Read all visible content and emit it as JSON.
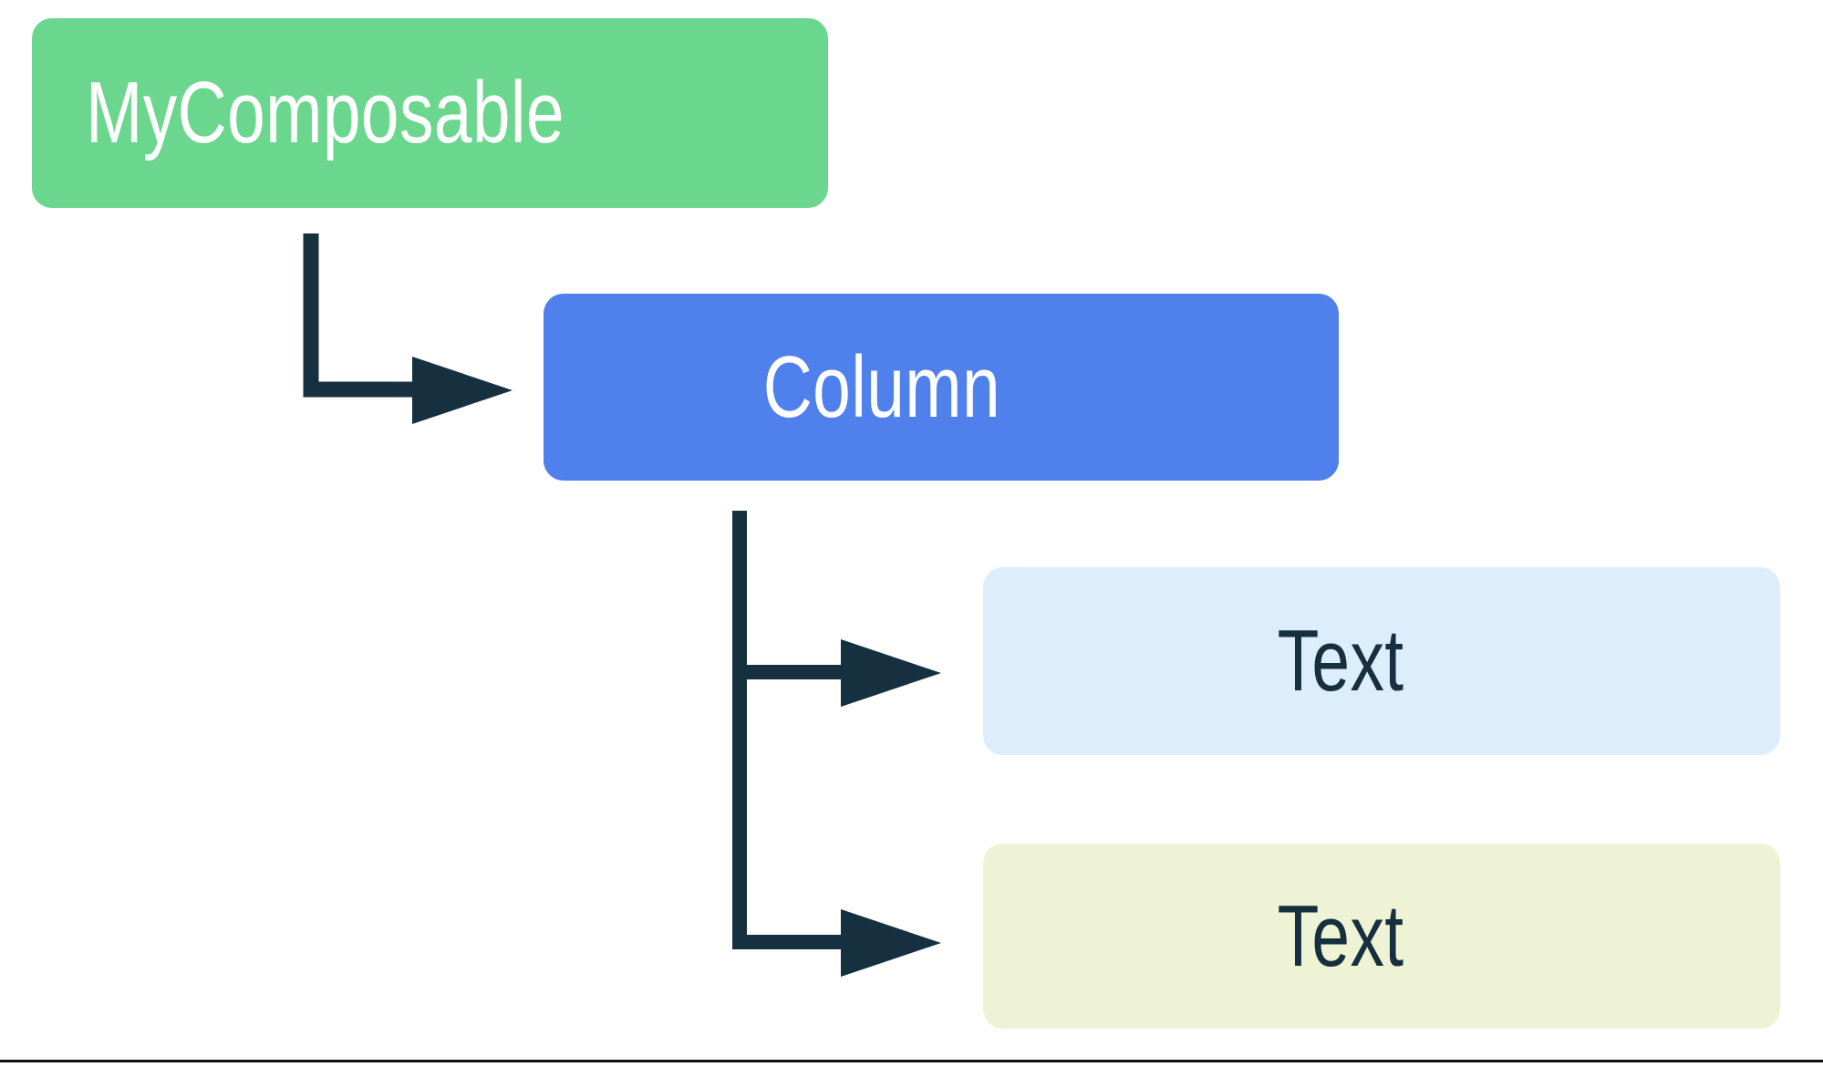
{
  "diagram": {
    "type": "composable-hierarchy-tree",
    "background_color": "#FFFFFF",
    "connector_color": "#16303F",
    "nodes": [
      {
        "id": "mycomposable",
        "label": "MyComposable",
        "fill": "#6BD68E",
        "text_color": "#FFFFFF",
        "depth": 0
      },
      {
        "id": "column",
        "label": "Column",
        "fill": "#4F80EB",
        "text_color": "#FFFFFF",
        "depth": 1
      },
      {
        "id": "text-1",
        "label": "Text",
        "fill": "#DCEDFB",
        "text_color": "#16303F",
        "depth": 2
      },
      {
        "id": "text-2",
        "label": "Text",
        "fill": "#EFF3D5",
        "text_color": "#16303F",
        "depth": 2
      }
    ],
    "edges": [
      {
        "from": "mycomposable",
        "to": "column"
      },
      {
        "from": "column",
        "to": "text-1"
      },
      {
        "from": "column",
        "to": "text-2"
      }
    ]
  }
}
